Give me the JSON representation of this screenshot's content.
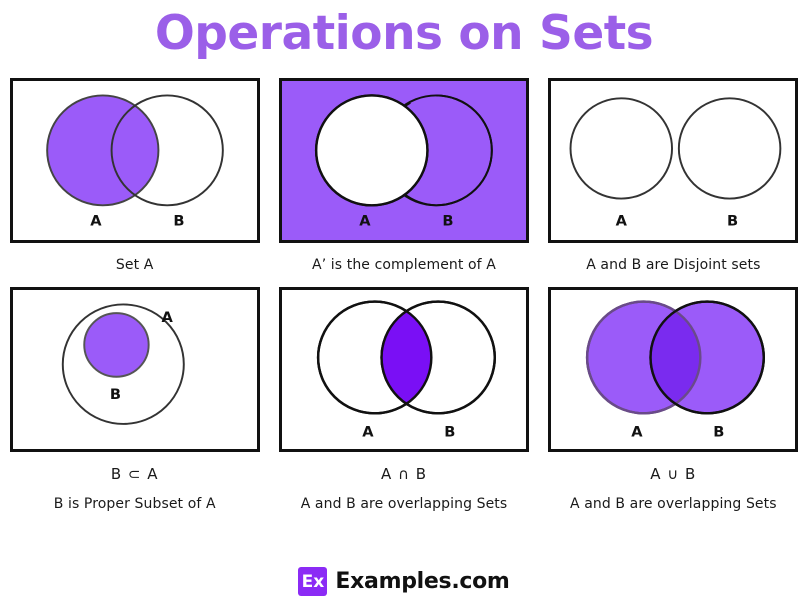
{
  "title": "Operations on Sets",
  "colors": {
    "title_purple": "#9B5FE8",
    "fill_purple": "#9B5BF9",
    "intersection_purple": "#7A0FF5",
    "outline_black": "#111111",
    "logo_purple": "#8B2BF5",
    "background": "#FFFFFF"
  },
  "panels": [
    {
      "id": "set-a",
      "labels": {
        "a": "A",
        "b": "B"
      },
      "caption": "Set A",
      "symbol": "",
      "diagram": "two overlapping circles, circle A filled purple, circle B outlined"
    },
    {
      "id": "complement-a",
      "labels": {
        "a": "A",
        "b": "B"
      },
      "caption": "A’ is the complement of A",
      "symbol": "",
      "diagram": "purple filled rectangle, circle A white, circle B purple outlined"
    },
    {
      "id": "disjoint-sets",
      "labels": {
        "a": "A",
        "b": "B"
      },
      "caption": "A and B are Disjoint sets",
      "symbol": "",
      "diagram": "two separate outlined circles"
    },
    {
      "id": "proper-subset",
      "labels": {
        "a": "A",
        "b": "B"
      },
      "symbol": "B ⊂ A",
      "caption": "B is Proper Subset of A",
      "diagram": "small purple circle B inside larger outlined circle A"
    },
    {
      "id": "intersection",
      "labels": {
        "a": "A",
        "b": "B"
      },
      "symbol": "A ∩ B",
      "caption": "A and B are overlapping Sets",
      "diagram": "two overlapping outlined circles with purple lens intersection"
    },
    {
      "id": "union",
      "labels": {
        "a": "A",
        "b": "B"
      },
      "symbol": "A ∪ B",
      "caption": "A and B are overlapping Sets",
      "diagram": "two overlapping circles both filled purple, darker intersection"
    }
  ],
  "footer": {
    "logo_mark": "Ex",
    "logo_text": "Examples.com"
  }
}
